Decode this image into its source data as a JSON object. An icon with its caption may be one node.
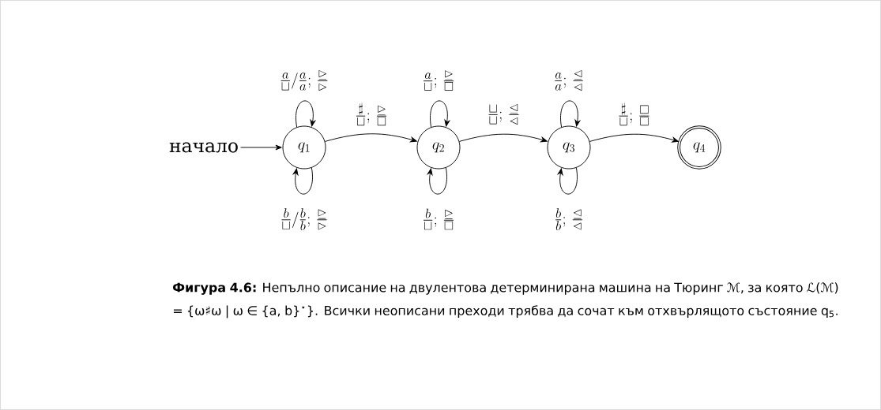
{
  "diagram": {
    "caption": "**Фигура 4.6:** Непълно описание на двулентова детерминирана машина на Тюринг ℳ, за която ℒ(ℳ) = {ω♯ω | ω ∈ {a, b}$^{⋆}$}. Всички неописани преходи трябва да сочат към отхвърлящото състояние q$_{5}$.",
    "nodes": [
      {
        "text": [
          "начало"
        ]
      },
      {
        "text": [
          "q_1"
        ]
      },
      {
        "text": [
          "q_2"
        ]
      },
      {
        "text": [
          "q_3"
        ]
      },
      {
        "text": [
          "q_4"
        ]
      }
    ],
    "edges": [
      {
        "from": 0,
        "to": 1,
        "arrow": "to"
      },
      {
        "from": 1,
        "to": 1,
        "arrow": "to",
        "label": "\\frac{a}{\\sqcup}\\big/\\frac{a}{a};\\,\\frac{\\unrhd}{\\rhd}"
      },
      {
        "from": 1,
        "to": 1,
        "arrow": "to",
        "label": "\\frac{b}{\\sqcup}\\big/\\frac{b}{b};\\,\\frac{\\unrhd}{\\rhd}"
      },
      {
        "from": 1,
        "to": 2,
        "arrow": "to",
        "label": "\\frac{\\sharp}{\\sqcup};\\,\\frac{\\unrhd}{\\square}"
      },
      {
        "from": 2,
        "to": 2,
        "arrow": "to",
        "label": "\\frac{a}{\\sqcup};\\,\\frac{\\unrhd}{\\square}"
      },
      {
        "from": 2,
        "to": 2,
        "arrow": "to",
        "label": "\\frac{b}{\\sqcup};\\,\\frac{\\unrhd}{\\square}"
      },
      {
        "from": 2,
        "to": 3,
        "arrow": "to",
        "label": "\\frac{\\sqcup}{\\sqcup};\\,\\frac{\\unlhd}{\\lhd}"
      },
      {
        "from": 3,
        "to": 3,
        "arrow": "to",
        "label": "\\frac{a}{a};\\,\\frac{\\unlhd}{\\lhd}"
      },
      {
        "from": 3,
        "to": 3,
        "arrow": "to",
        "label": "\\frac{b}{b};\\,\\frac{\\unlhd}{\\lhd}"
      },
      {
        "from": 3,
        "to": 4,
        "arrow": "to",
        "label": "\\frac{\\sharp}{\\sqcup};\\,\\frac{\\square}{\\square}"
      }
    ]
  }
}
